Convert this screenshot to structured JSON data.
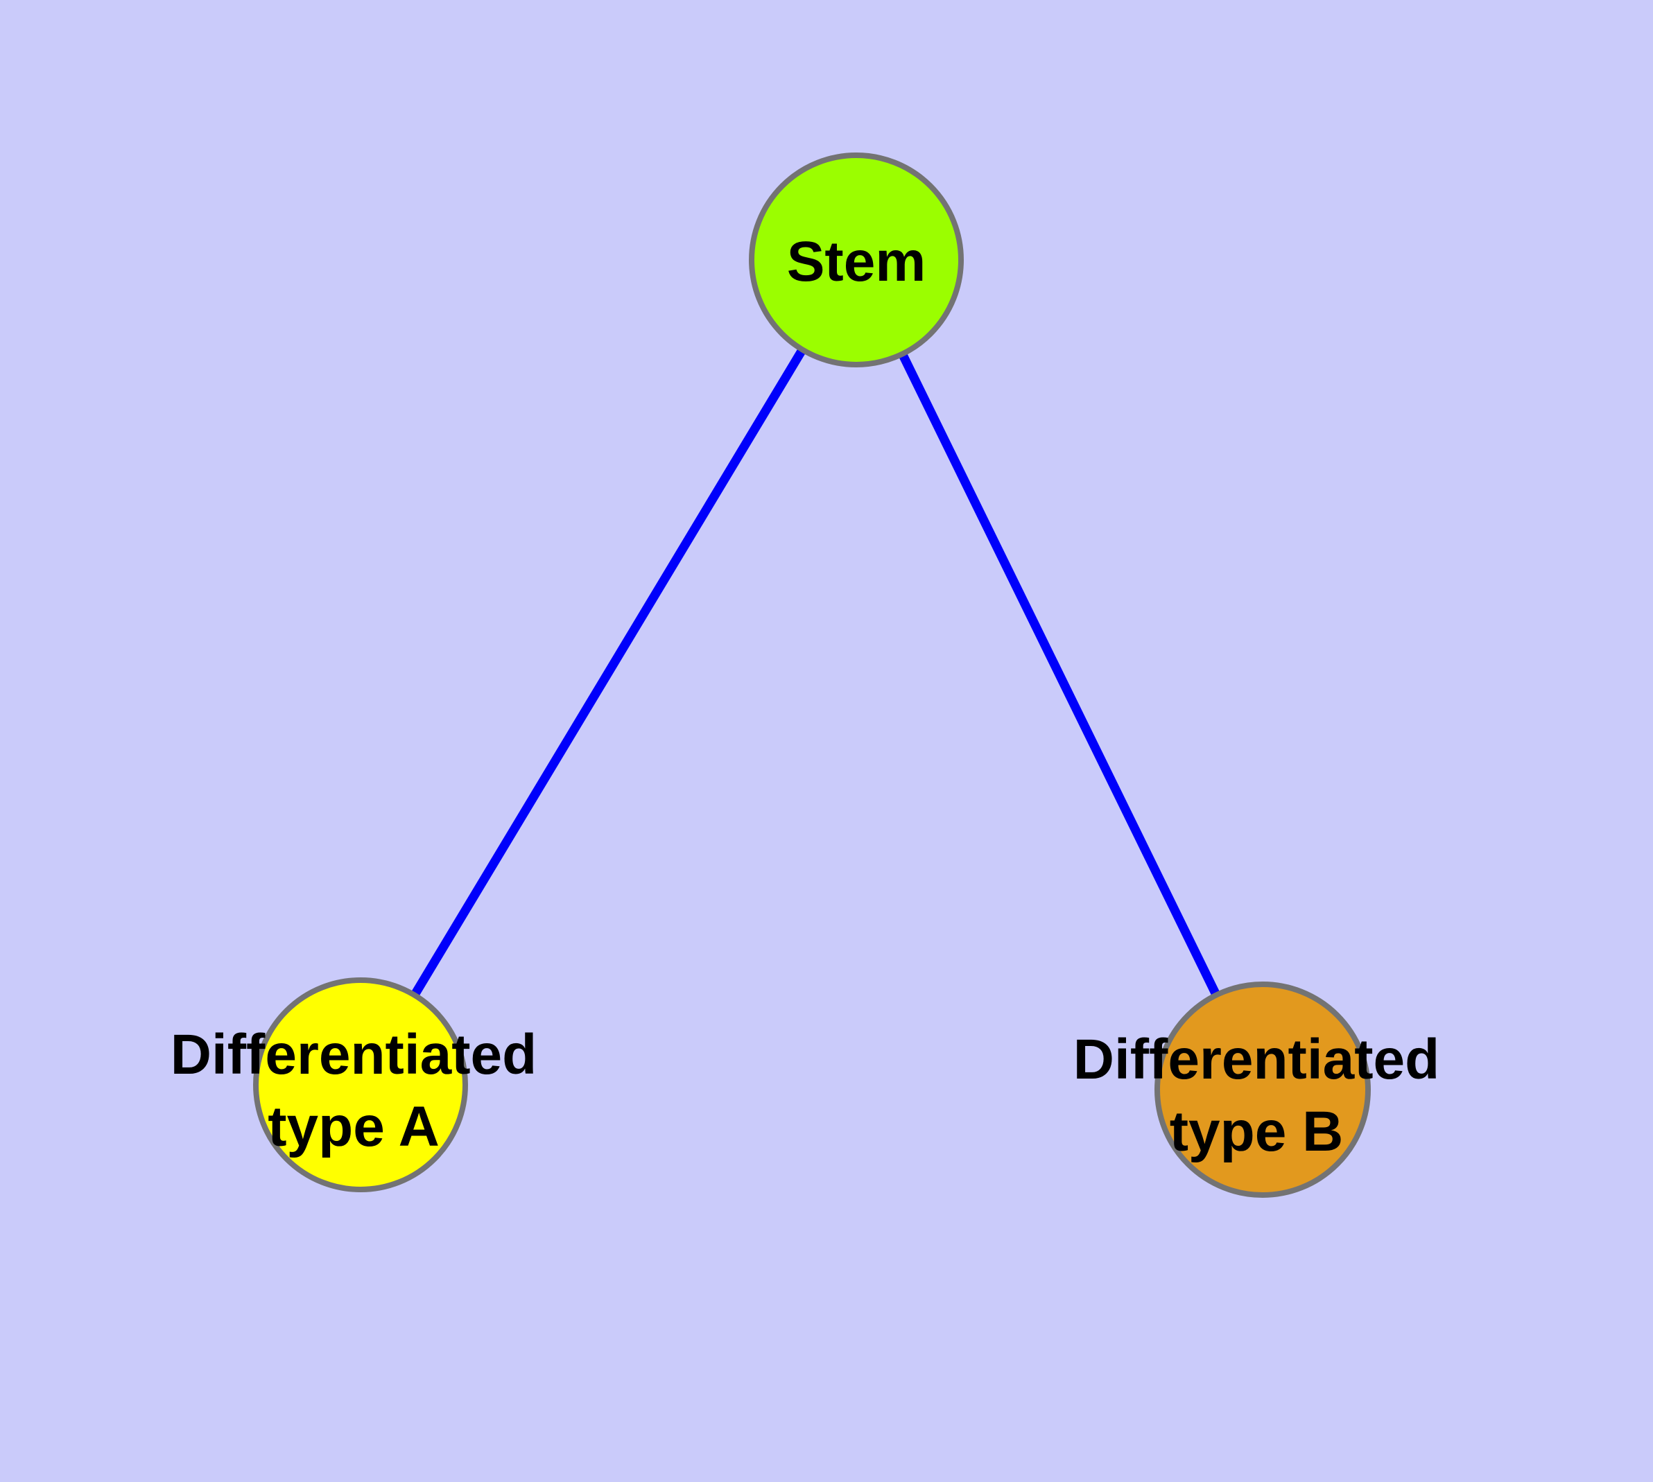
{
  "diagram": {
    "type": "graph",
    "background_color": "#CACBFA",
    "edge_color": "#0000FB",
    "node_border_color": "#737373",
    "nodes": {
      "stem": {
        "label": "Stem",
        "fill": "#9BFE00"
      },
      "type_a": {
        "label_line1": "Differentiated",
        "label_line2": "type A",
        "full_label": "Differentiated type A",
        "fill": "#FFFF00"
      },
      "type_b": {
        "label_line1": "Differentiated",
        "label_line2": "type B",
        "full_label": "Differentiated type B",
        "fill": "#E2991E"
      }
    },
    "edges": [
      {
        "from": "Stem",
        "to": "Differentiated type A"
      },
      {
        "from": "Stem",
        "to": "Differentiated type B"
      }
    ]
  }
}
